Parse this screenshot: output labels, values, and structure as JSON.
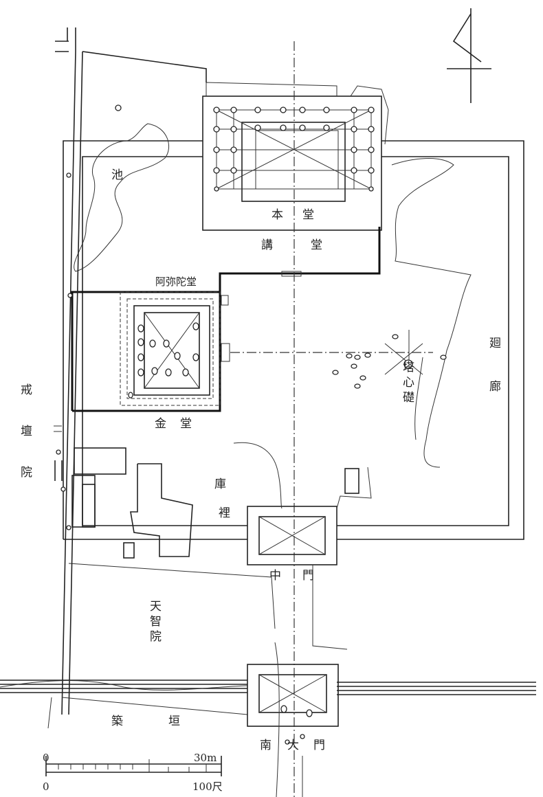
{
  "labels": {
    "hondo": [
      "本",
      "堂"
    ],
    "kodo": [
      "講",
      "堂"
    ],
    "amida": "阿弥陀堂",
    "kondo": [
      "金",
      "堂"
    ],
    "ike": "池",
    "kairo": [
      "廻",
      "廊"
    ],
    "toshinso": [
      "塔",
      "心",
      "礎"
    ],
    "kaidanin": [
      "戒",
      "壇",
      "院"
    ],
    "kuri": [
      "庫",
      "裡"
    ],
    "chumon": [
      "中",
      "門"
    ],
    "tenchiin": [
      "天",
      "智",
      "院"
    ],
    "tsuijigaki": [
      "築",
      "垣"
    ],
    "nandaimon": [
      "南",
      "大",
      "門"
    ]
  },
  "scale": {
    "top_start": "0",
    "top_end": "30m",
    "bottom_start": "0",
    "bottom_end": "100尺"
  },
  "north_arrow": "north-arrow-icon"
}
